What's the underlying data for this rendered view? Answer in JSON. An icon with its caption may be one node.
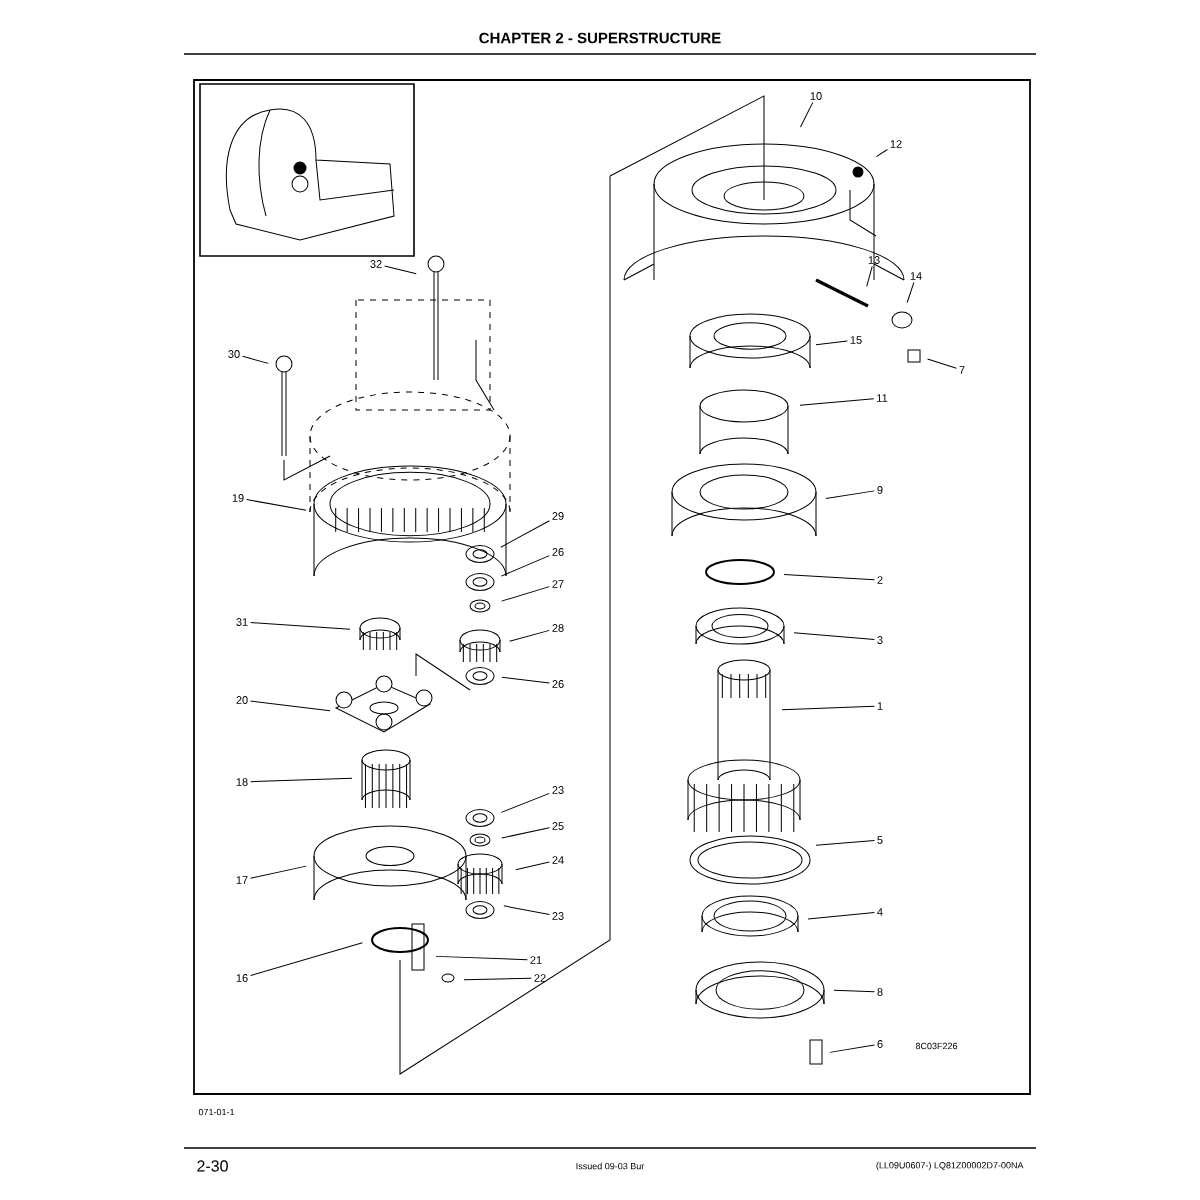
{
  "diagram": {
    "title": "CHAPTER 2 - SUPERSTRUCTURE",
    "nodes": [
      {
        "text": [
          "10"
        ]
      },
      {
        "text": [
          "12"
        ]
      },
      {
        "text": [
          "32"
        ]
      },
      {
        "text": [
          "13"
        ]
      },
      {
        "text": [
          "14"
        ]
      },
      {
        "text": [
          "15"
        ]
      },
      {
        "text": [
          "7"
        ]
      },
      {
        "text": [
          "30"
        ]
      },
      {
        "text": [
          "11"
        ]
      },
      {
        "text": [
          "9"
        ]
      },
      {
        "text": [
          "19"
        ]
      },
      {
        "text": [
          "29"
        ]
      },
      {
        "text": [
          "26"
        ]
      },
      {
        "text": [
          "27"
        ]
      },
      {
        "text": [
          "2"
        ]
      },
      {
        "text": [
          "31"
        ]
      },
      {
        "text": [
          "28"
        ]
      },
      {
        "text": [
          "3"
        ]
      },
      {
        "text": [
          "26"
        ]
      },
      {
        "text": [
          "20"
        ]
      },
      {
        "text": [
          "1"
        ]
      },
      {
        "text": [
          "18"
        ]
      },
      {
        "text": [
          "23"
        ]
      },
      {
        "text": [
          "25"
        ]
      },
      {
        "text": [
          "5"
        ]
      },
      {
        "text": [
          "24"
        ]
      },
      {
        "text": [
          "17"
        ]
      },
      {
        "text": [
          "23"
        ]
      },
      {
        "text": [
          "4"
        ]
      },
      {
        "text": [
          "21"
        ]
      },
      {
        "text": [
          "16"
        ]
      },
      {
        "text": [
          "22"
        ]
      },
      {
        "text": [
          "8"
        ]
      },
      {
        "text": [
          "6"
        ]
      }
    ],
    "edges": [
      {
        "from": 0,
        "to": null,
        "arrow": "none"
      },
      {
        "from": 1,
        "to": null,
        "arrow": "none"
      },
      {
        "from": 2,
        "to": null,
        "arrow": "none"
      },
      {
        "from": 3,
        "to": null,
        "arrow": "none"
      },
      {
        "from": 4,
        "to": null,
        "arrow": "none"
      },
      {
        "from": 5,
        "to": null,
        "arrow": "none"
      },
      {
        "from": 6,
        "to": null,
        "arrow": "none"
      },
      {
        "from": 7,
        "to": null,
        "arrow": "none"
      },
      {
        "from": 8,
        "to": null,
        "arrow": "none"
      },
      {
        "from": 9,
        "to": null,
        "arrow": "none"
      },
      {
        "from": 10,
        "to": null,
        "arrow": "none"
      },
      {
        "from": 11,
        "to": null,
        "arrow": "none"
      },
      {
        "from": 12,
        "to": null,
        "arrow": "none"
      },
      {
        "from": 13,
        "to": null,
        "arrow": "none"
      },
      {
        "from": 14,
        "to": null,
        "arrow": "none"
      },
      {
        "from": 15,
        "to": null,
        "arrow": "none"
      },
      {
        "from": 16,
        "to": null,
        "arrow": "none"
      },
      {
        "from": 17,
        "to": null,
        "arrow": "none"
      },
      {
        "from": 18,
        "to": null,
        "arrow": "none"
      },
      {
        "from": 19,
        "to": null,
        "arrow": "none"
      },
      {
        "from": 20,
        "to": null,
        "arrow": "none"
      },
      {
        "from": 21,
        "to": null,
        "arrow": "none"
      },
      {
        "from": 22,
        "to": null,
        "arrow": "none"
      },
      {
        "from": 23,
        "to": null,
        "arrow": "none"
      },
      {
        "from": 24,
        "to": null,
        "arrow": "none"
      },
      {
        "from": 25,
        "to": null,
        "arrow": "none"
      },
      {
        "from": 26,
        "to": null,
        "arrow": "none"
      },
      {
        "from": 27,
        "to": null,
        "arrow": "none"
      },
      {
        "from": 28,
        "to": null,
        "arrow": "none"
      },
      {
        "from": 29,
        "to": null,
        "arrow": "none"
      },
      {
        "from": 30,
        "to": null,
        "arrow": "none"
      },
      {
        "from": 31,
        "to": null,
        "arrow": "none"
      },
      {
        "from": 32,
        "to": null,
        "arrow": "none"
      },
      {
        "from": 33,
        "to": null,
        "arrow": "none"
      }
    ],
    "labels": [
      "8C03F226",
      "071-01-1",
      "2-30",
      "Issued 09-03 Bur",
      "(LL09U0607-) LQ81Z00002D7-00NA"
    ]
  }
}
